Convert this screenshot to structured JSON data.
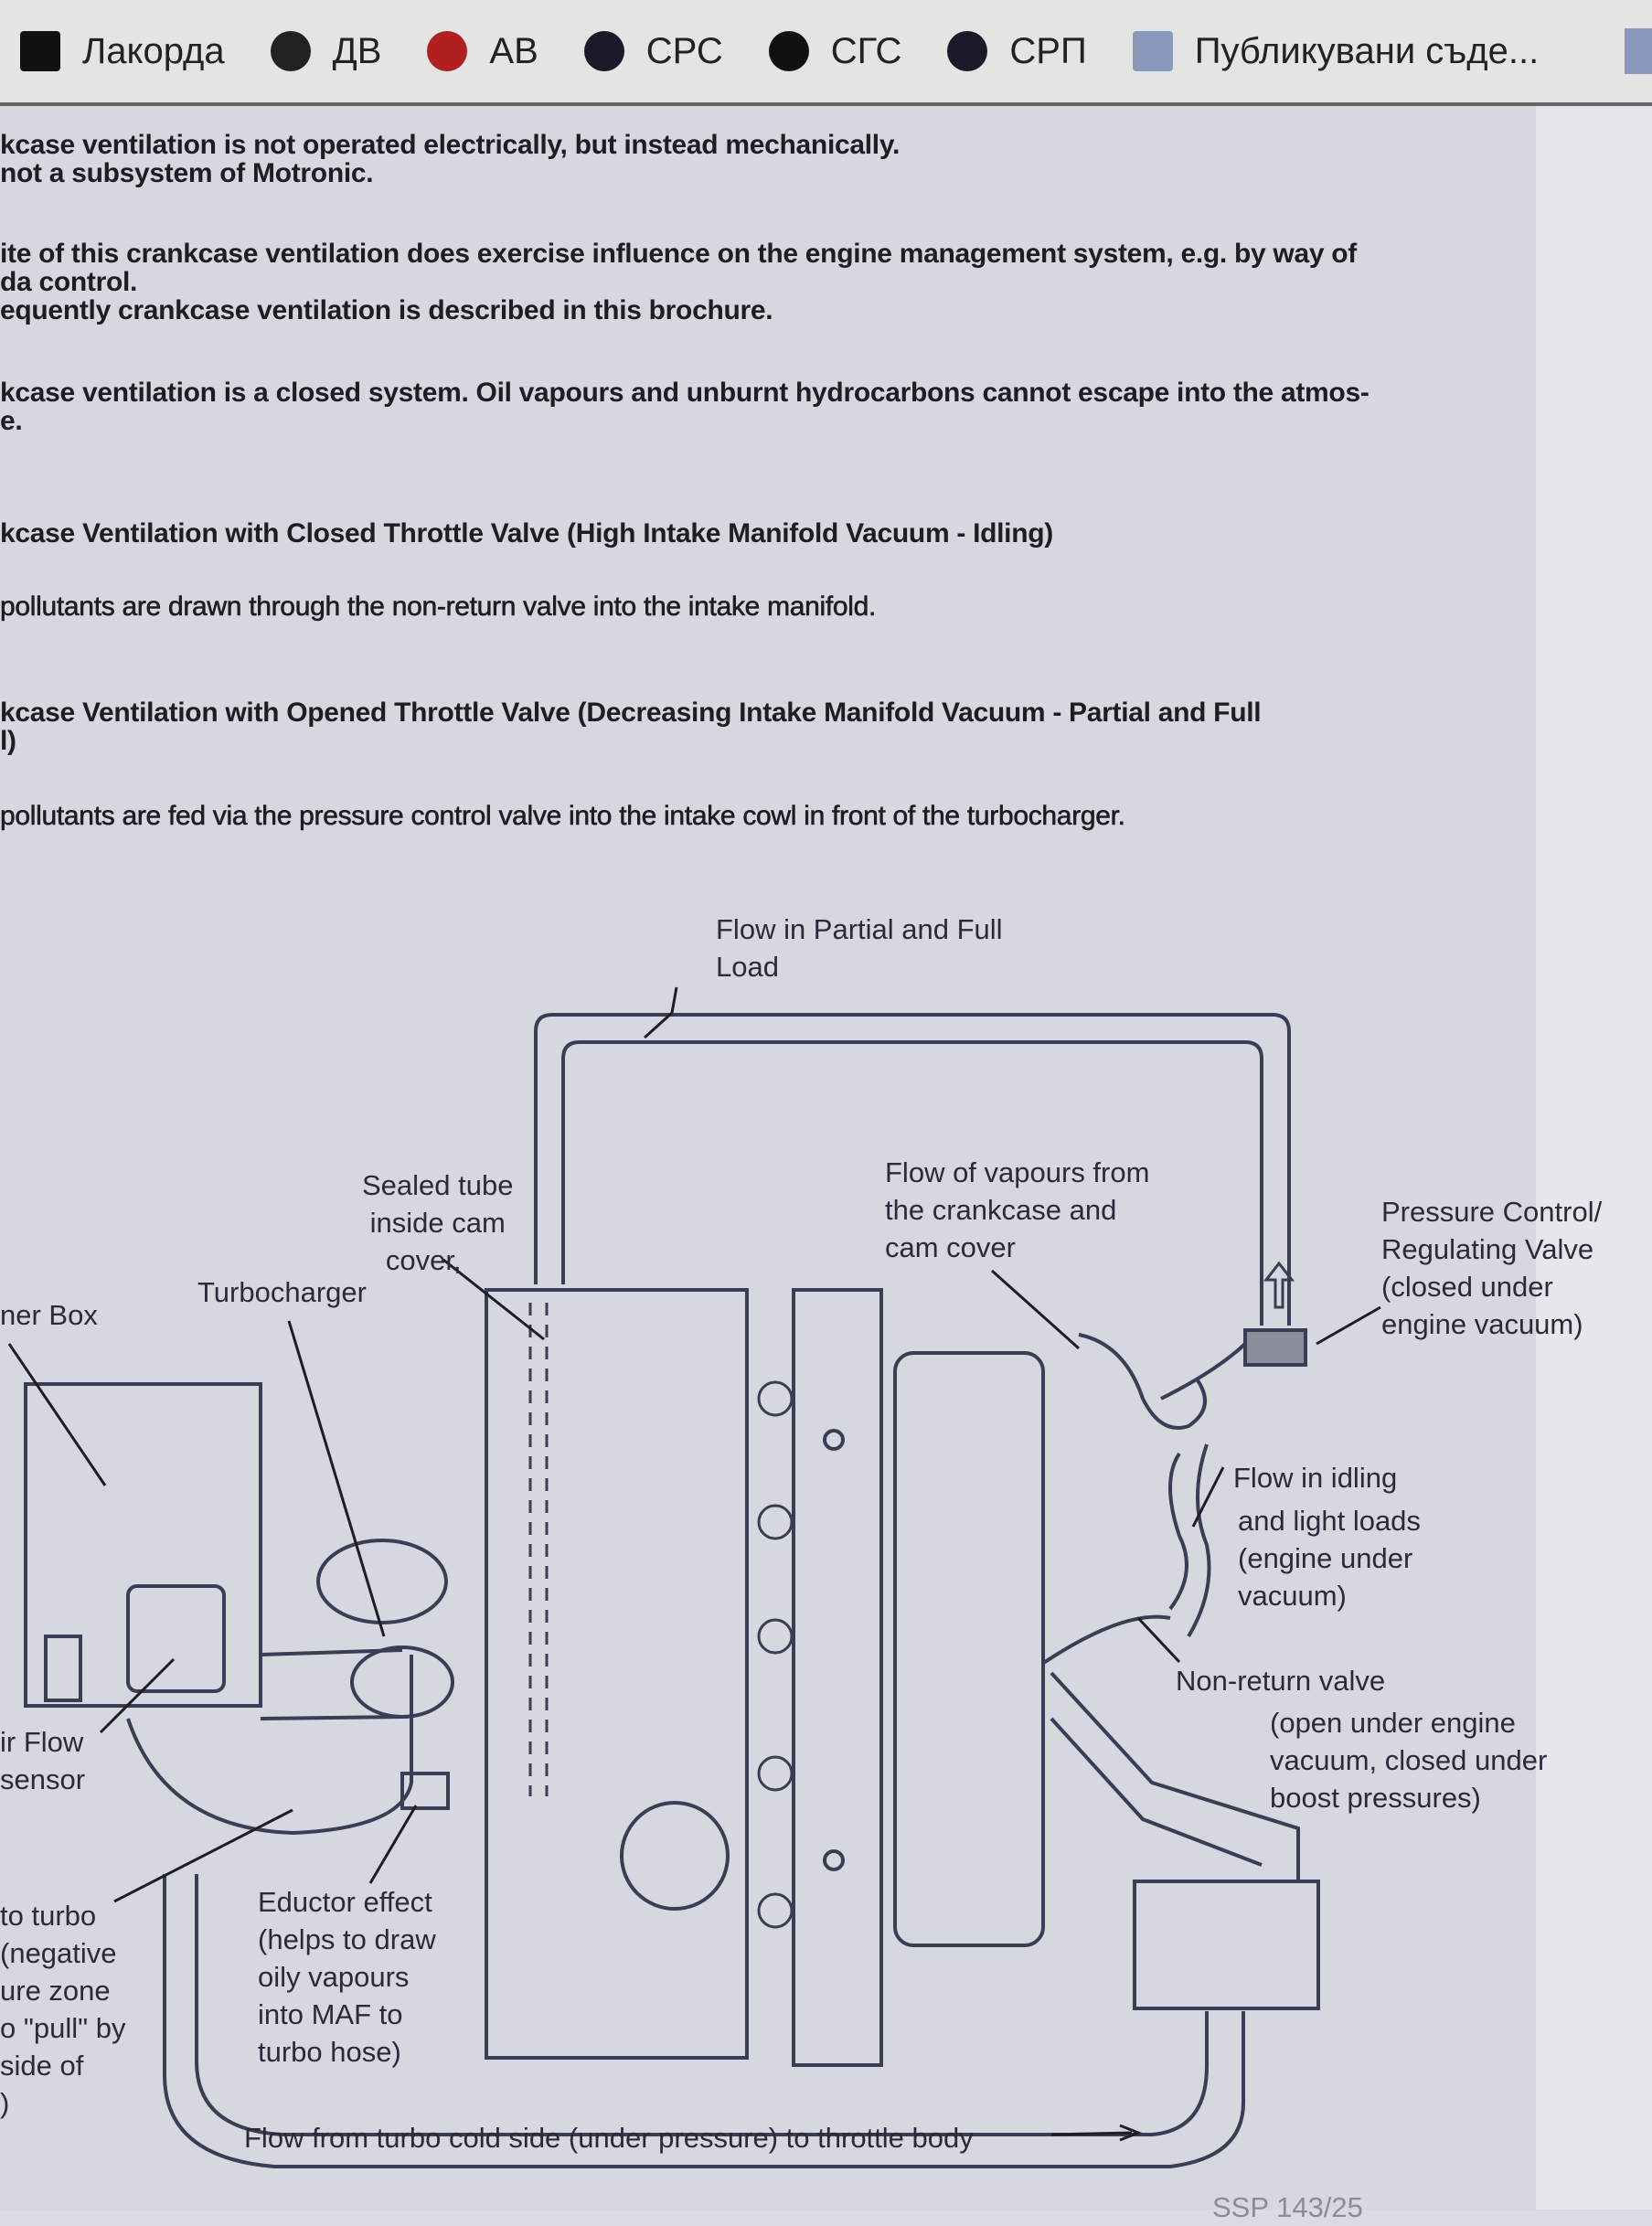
{
  "bookmarks": [
    {
      "label": "Лакорда",
      "icon": "lakorda-icon",
      "color": "#111111"
    },
    {
      "label": "ДВ",
      "icon": "coat-of-arms-icon",
      "color": "#222222"
    },
    {
      "label": "АВ",
      "icon": "av-logo-icon",
      "color": "#b02020"
    },
    {
      "label": "СРС",
      "icon": "src-logo-icon",
      "color": "#1a1a2a"
    },
    {
      "label": "СГС",
      "icon": "sgs-logo-icon",
      "color": "#111111"
    },
    {
      "label": "СРП",
      "icon": "srp-shield-icon",
      "color": "#1a1a2a"
    },
    {
      "label": "Публикувани съде...",
      "icon": "document-icon",
      "color": "#8899bb"
    }
  ],
  "paragraphs": [
    "kcase ventilation is not operated electrically, but instead mechanically.\nnot a subsystem of Motronic.",
    "ite of this crankcase ventilation does exercise influence on the engine management system, e.g. by way of\nda control.\nequently crankcase ventilation is described in this brochure.",
    "kcase ventilation is a closed system. Oil vapours and unburnt hydrocarbons cannot escape into the atmos-\ne.",
    "kcase Ventilation with Closed Throttle Valve (High Intake Manifold Vacuum - Idling)",
    "pollutants are drawn through the non-return valve into the intake manifold.",
    "kcase Ventilation with Opened Throttle Valve (Decreasing Intake Manifold Vacuum - Partial and Full\nl)",
    "pollutants are fed via the pressure control valve into the intake cowl in front of the turbocharger."
  ],
  "diagram": {
    "flow_partial_full": "Flow in Partial and Full\nLoad",
    "sealed_tube": "Sealed tube\n inside cam\n   cover,",
    "turbocharger": "Turbocharger",
    "air_box": "ner Box",
    "flow_vapours": "Flow of vapours from\nthe crankcase and\ncam cover",
    "pressure_valve": "Pressure Control/\nRegulating Valve\n(closed under\nengine vacuum)",
    "flow_idling": "Flow in idling",
    "flow_idling_detail": "and light loads\n(engine under\nvacuum)",
    "non_return": "Non-return valve",
    "non_return_detail": "(open under engine\nvacuum, closed under\nboost pressures)",
    "air_flow_sensor": "ir Flow\nsensor",
    "to_turbo": "to turbo\n(negative\nure zone\no \"pull\" by\nside of\n)",
    "eductor": "Eductor effect\n(helps to draw\noily vapours\ninto MAF to\nturbo hose)",
    "flow_turbo_cold": "Flow from turbo cold side (under pressure) to throttle body",
    "ssp": "SSP 143/25"
  }
}
